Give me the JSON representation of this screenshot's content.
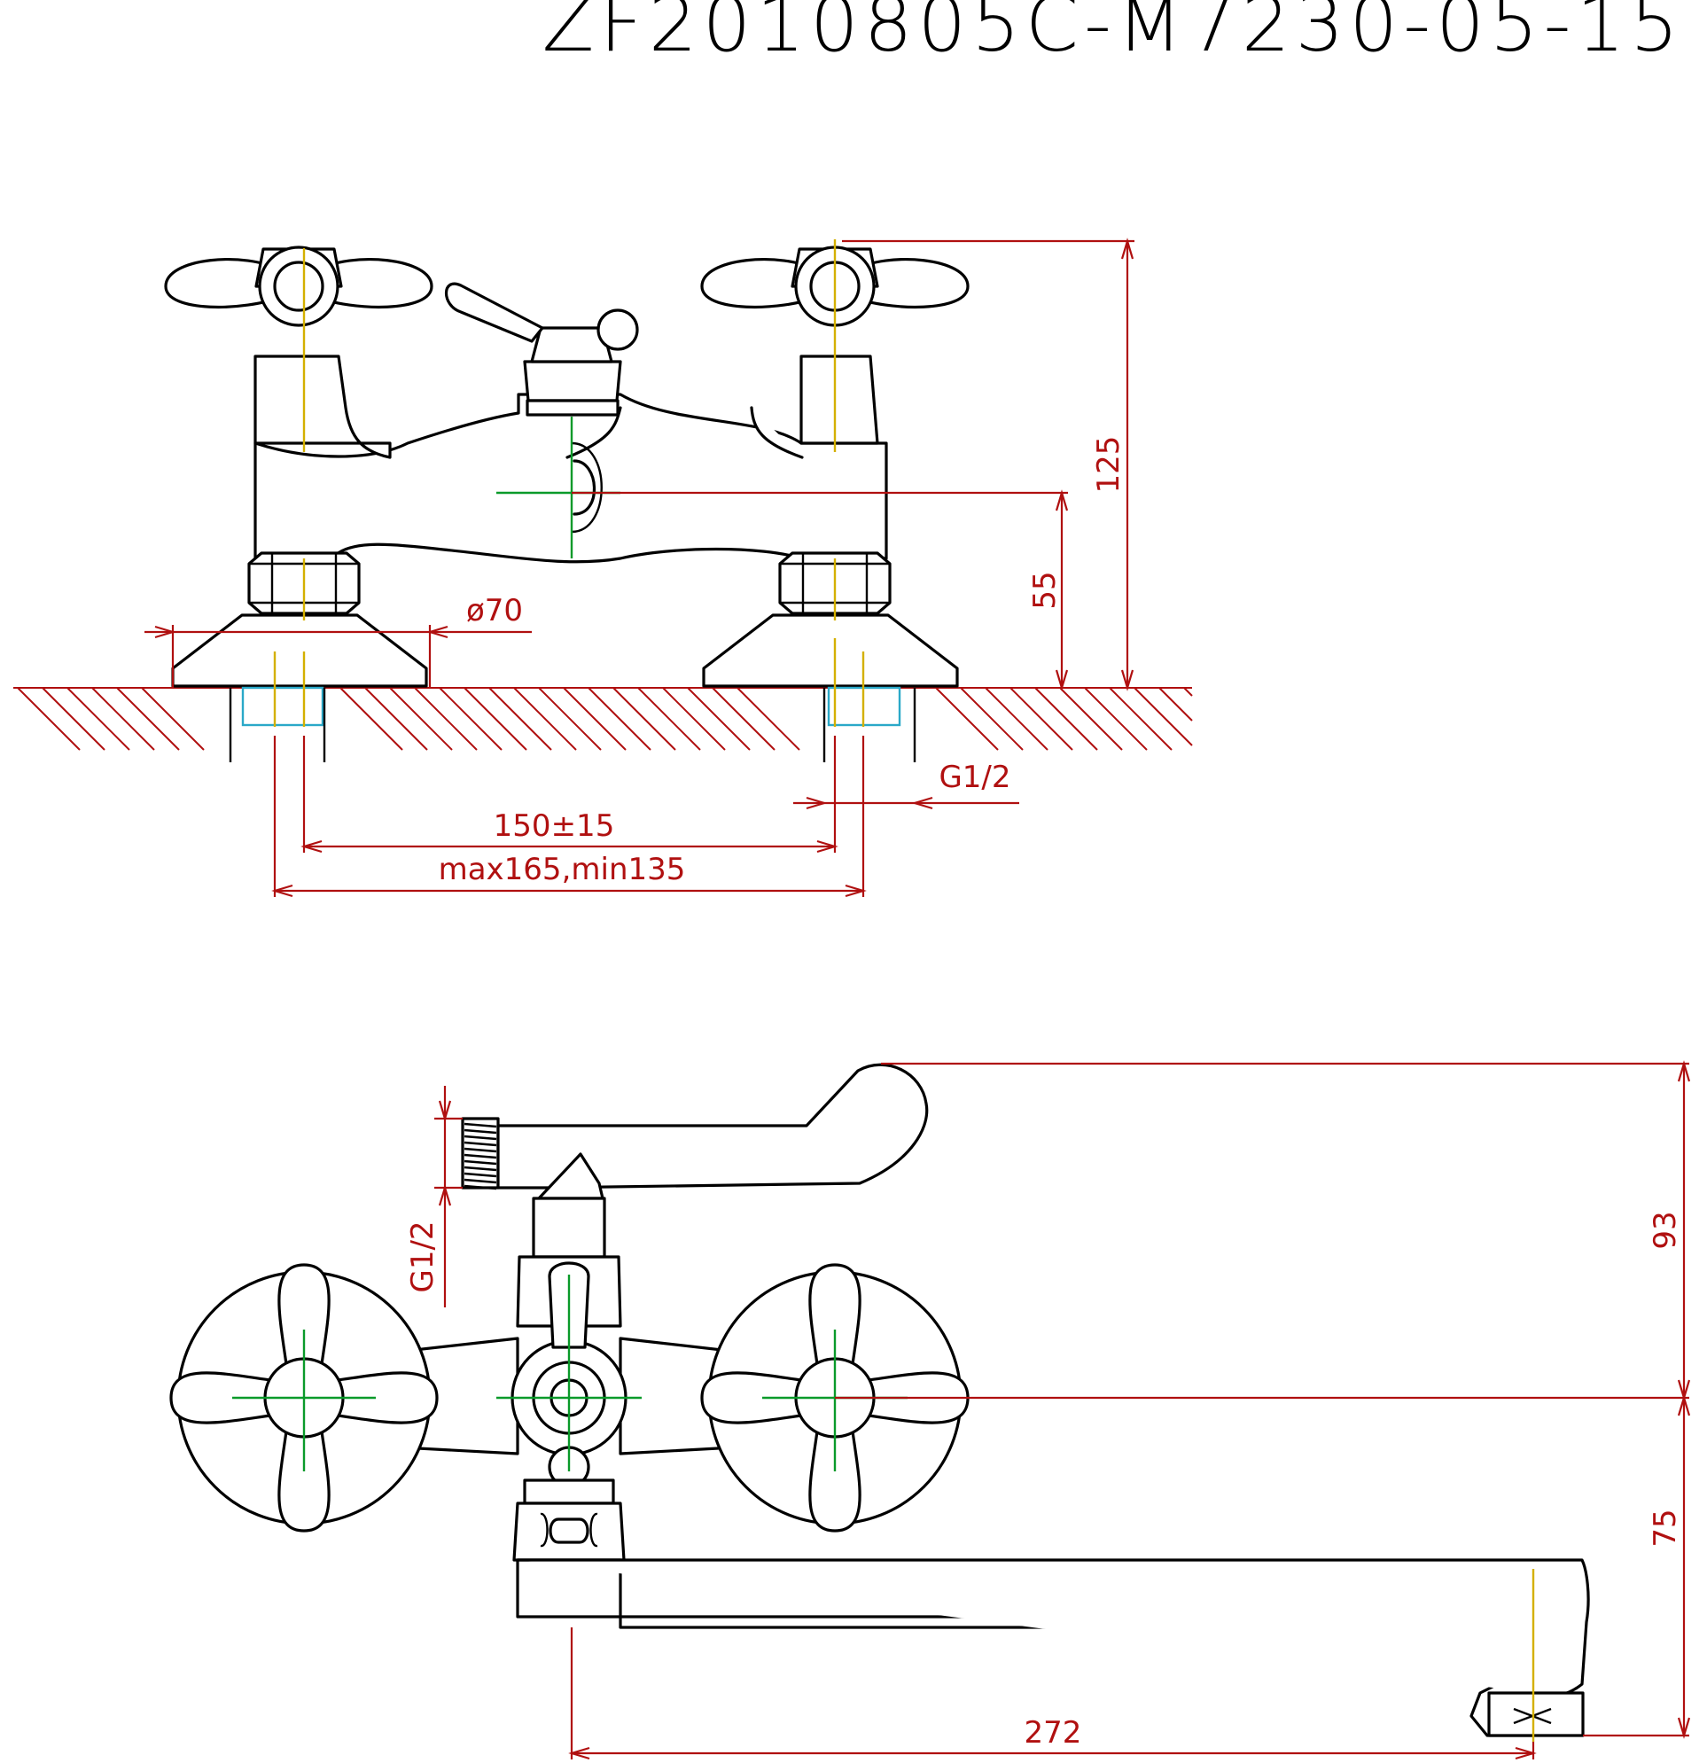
{
  "drawing": {
    "title": "ZF2010805C-M7230-05-15",
    "front_view": {
      "dimensions": {
        "height_total": "125",
        "height_outlet": "55",
        "flange_diameter": "ø70",
        "inlet_thread": "G1/2",
        "center_distance": "150±15",
        "center_range": "max165,min135"
      }
    },
    "top_view": {
      "dimensions": {
        "outlet_thread": "G1/2",
        "depth_outlet": "93",
        "depth_spout": "75",
        "spout_reach": "272"
      }
    },
    "colors": {
      "outline": "#000000",
      "dimension": "#b01010",
      "axis_yellow": "#d4b000",
      "axis_green": "#0a9a2a",
      "axis_cyan": "#2aa8c8"
    }
  }
}
